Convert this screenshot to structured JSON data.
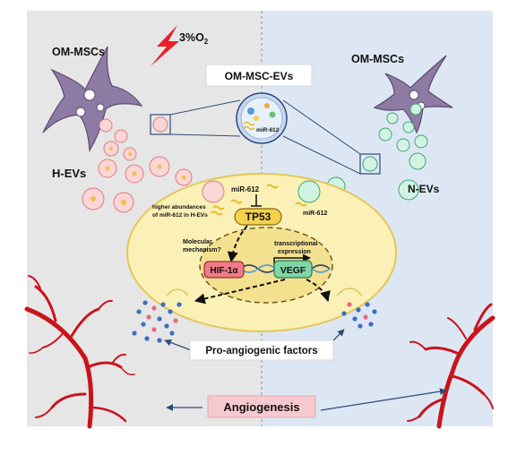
{
  "labels": {
    "om_mscs_left": "OM-MSCs",
    "oxygen": "3%O",
    "oxygen_sub": "2",
    "om_mscs_right": "OM-MSCs",
    "om_msc_evs": "OM-MSC-EVs",
    "vesicle_mirna": "miR-612",
    "h_evs": "H-EVs",
    "n_evs": "N-EVs",
    "mir612_top": "miR-612",
    "mir612_right": "miR-612",
    "higher_abundance_line1": "higher abundances",
    "higher_abundance_line2": "of miR-612 in H-EVs",
    "tp53": "TP53",
    "molecular_line1": "Molecular",
    "molecular_line2": "mechanism?",
    "transcriptional_line1": "transcriptional",
    "transcriptional_line2": "expression",
    "hif1a": "HIF-1α",
    "vegf": "VEGF",
    "pro_angiogenic": "Pro-angiogenic factors",
    "angiogenesis": "Angiogenesis"
  },
  "colors": {
    "left_panel": "#e6e6e6",
    "right_panel": "#dde7f3",
    "cell_body": "#fbf0b6",
    "cell_border": "#e3c75a",
    "tp53_fill": "#f5d24d",
    "hif_fill": "#f07a86",
    "vegf_fill": "#7fd6a7",
    "h_ev": "#f4a8a8",
    "n_ev": "#9fe0bf",
    "msc_cell": "#8e7ba4",
    "vessel": "#c8141c",
    "angiogenesis_box": "#f6c9cf",
    "lightning": "#e8202a"
  }
}
